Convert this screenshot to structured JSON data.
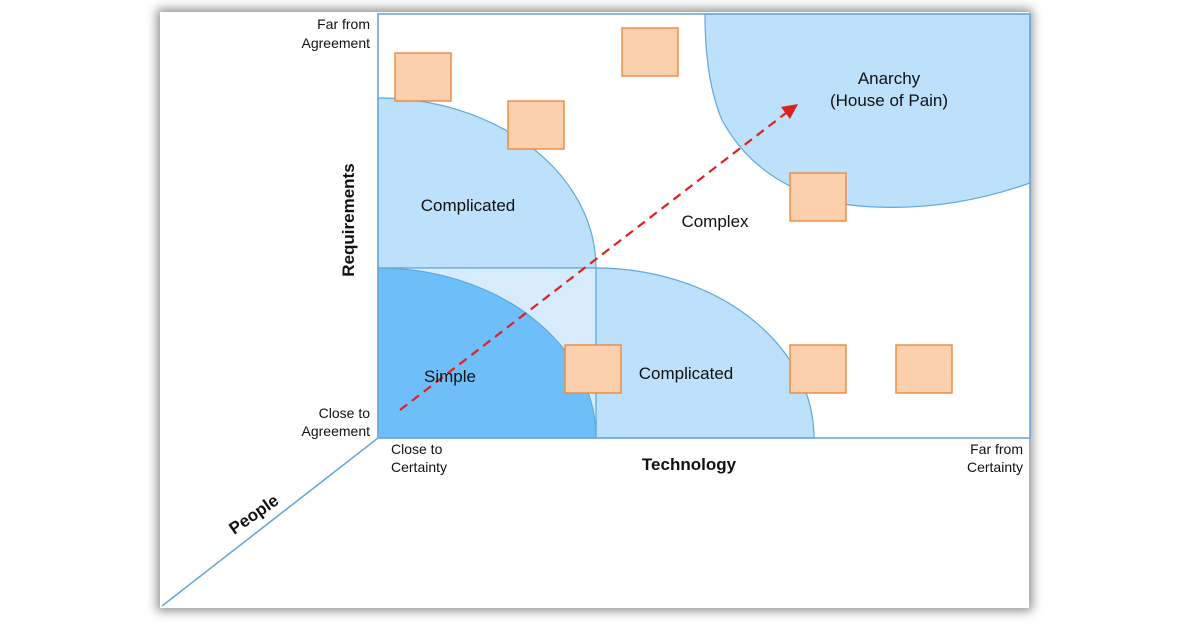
{
  "colors": {
    "light_zone": "#bde0fb",
    "lighter_zone": "#d6ecfd",
    "simple_zone": "#6ebefa",
    "zone_stroke": "#5ea8dd",
    "box_fill": "#fcd0ad",
    "box_stroke": "#e98a40",
    "arrow": "#e02020",
    "frame": "#6aa9d8"
  },
  "axes": {
    "y_title": "Requirements",
    "y_top": [
      "Far from",
      "Agreement"
    ],
    "y_bottom": [
      "Close to",
      "Agreement"
    ],
    "x_title": "Technology",
    "x_left": [
      "Close to",
      "Certainty"
    ],
    "x_right": [
      "Far from",
      "Certainty"
    ],
    "z_title": "People"
  },
  "zones": {
    "simple": "Simple",
    "complicated_requirements": "Complicated",
    "complicated_technology": "Complicated",
    "complex": "Complex",
    "anarchy": [
      "Anarchy",
      "(House of Pain)"
    ]
  },
  "box_icon": "orange-square-box"
}
